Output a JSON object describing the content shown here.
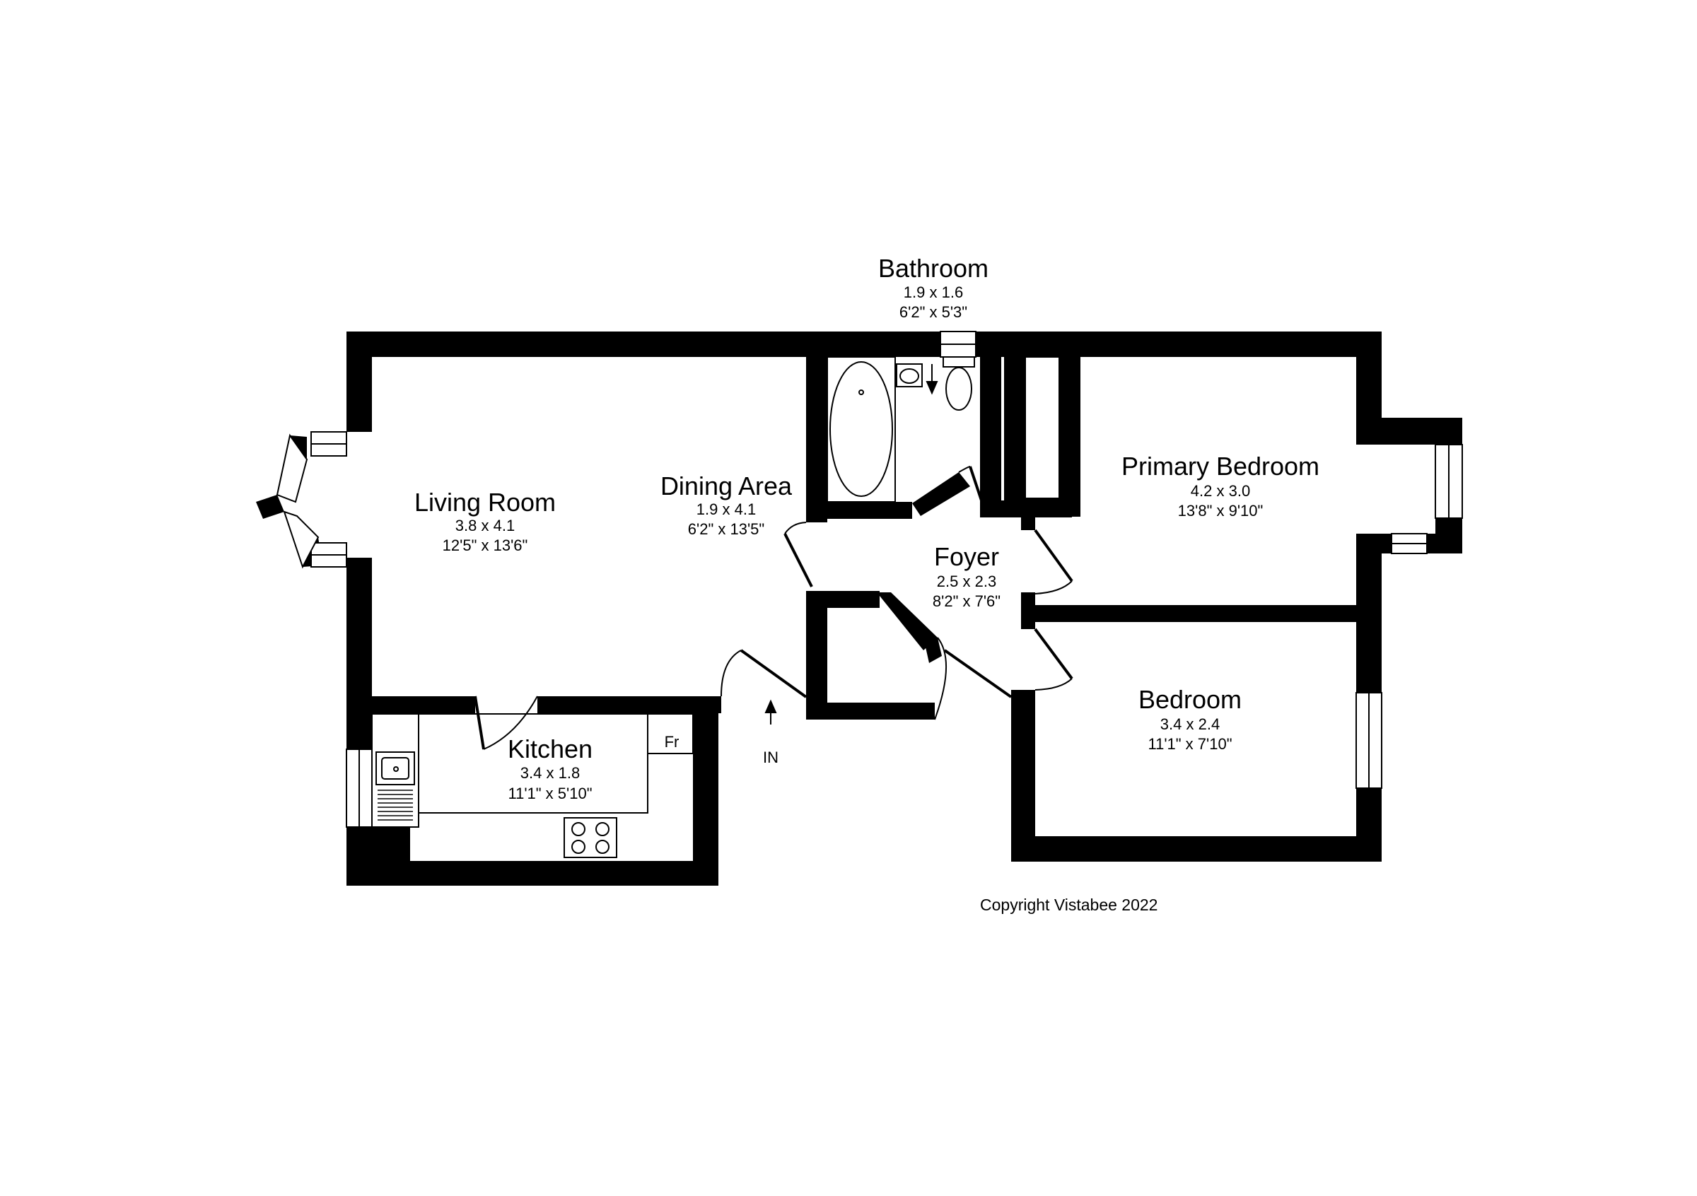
{
  "plan": {
    "rooms": [
      {
        "id": "living-room",
        "name": "Living Room",
        "metric": "3.8 x 4.1",
        "imperial": "12'5\" x 13'6\""
      },
      {
        "id": "dining-area",
        "name": "Dining Area",
        "metric": "1.9 x 4.1",
        "imperial": "6'2\" x 13'5\""
      },
      {
        "id": "bathroom",
        "name": "Bathroom",
        "metric": "1.9 x 1.6",
        "imperial": "6'2\" x 5'3\""
      },
      {
        "id": "primary-bedroom",
        "name": "Primary Bedroom",
        "metric": "4.2 x 3.0",
        "imperial": "13'8\" x 9'10\""
      },
      {
        "id": "foyer",
        "name": "Foyer",
        "metric": "2.5 x 2.3",
        "imperial": "8'2\" x 7'6\""
      },
      {
        "id": "kitchen",
        "name": "Kitchen",
        "metric": "3.4 x 1.8",
        "imperial": "11'1\" x 5'10\""
      },
      {
        "id": "bedroom",
        "name": "Bedroom",
        "metric": "3.4 x 2.4",
        "imperial": "11'1\" x 7'10\""
      }
    ],
    "fridge_label": "Fr",
    "entrance_label": "IN",
    "copyright": "Copyright Vistabee 2022"
  }
}
